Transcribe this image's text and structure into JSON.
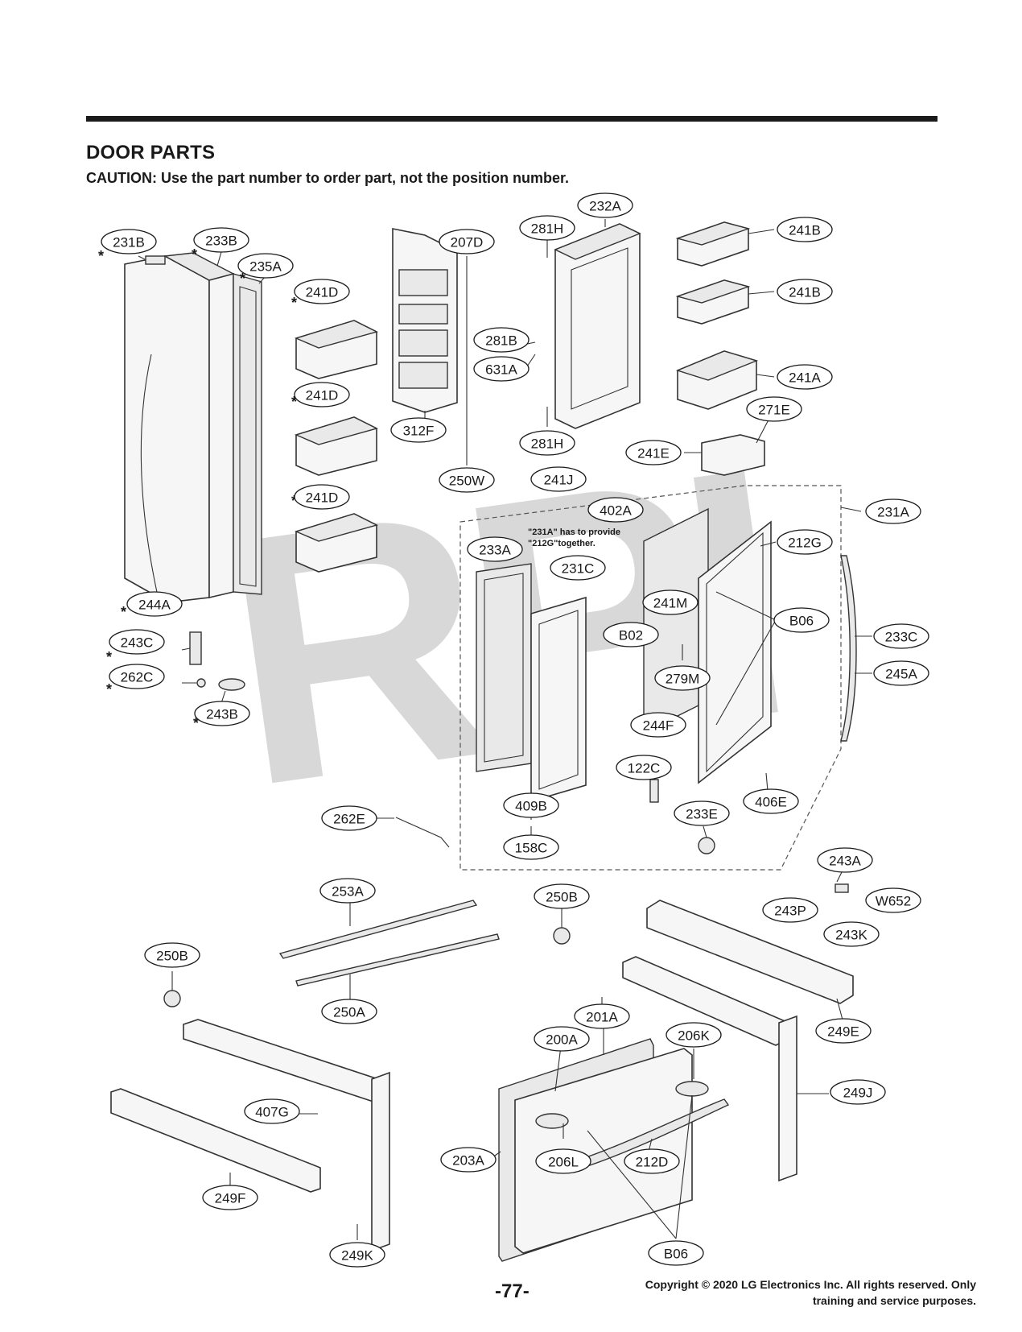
{
  "header": {
    "title": "DOOR PARTS",
    "caution": "CAUTION: Use the part number to order part, not the position number."
  },
  "watermark": "RPI",
  "note": {
    "line1": "\"231A\" has to provide",
    "line2": "\"212G\"together."
  },
  "footer": {
    "page_number": "-77-",
    "copyright_line1": "Copyright © 2020 LG Electronics Inc. All rights reserved. Only",
    "copyright_line2": "training and service purposes."
  },
  "labels": [
    "231B",
    "233B",
    "235A",
    "241D",
    "241D",
    "241D",
    "244A",
    "243C",
    "262C",
    "243B",
    "312F",
    "207D",
    "250W",
    "232A",
    "281H",
    "281B",
    "631A",
    "281H",
    "241B",
    "241B",
    "241A",
    "271E",
    "241E",
    "241J",
    "402A",
    "231A",
    "233A",
    "231C",
    "241M",
    "B02",
    "212G",
    "B06",
    "279M",
    "233C",
    "245A",
    "244F",
    "122C",
    "406E",
    "409B",
    "158C",
    "262E",
    "233E",
    "243A",
    "243P",
    "W652",
    "243K",
    "253A",
    "250B",
    "250B",
    "250A",
    "249E",
    "201A",
    "200A",
    "206K",
    "249J",
    "407G",
    "203A",
    "206L",
    "212D",
    "249F",
    "249K",
    "B06"
  ]
}
